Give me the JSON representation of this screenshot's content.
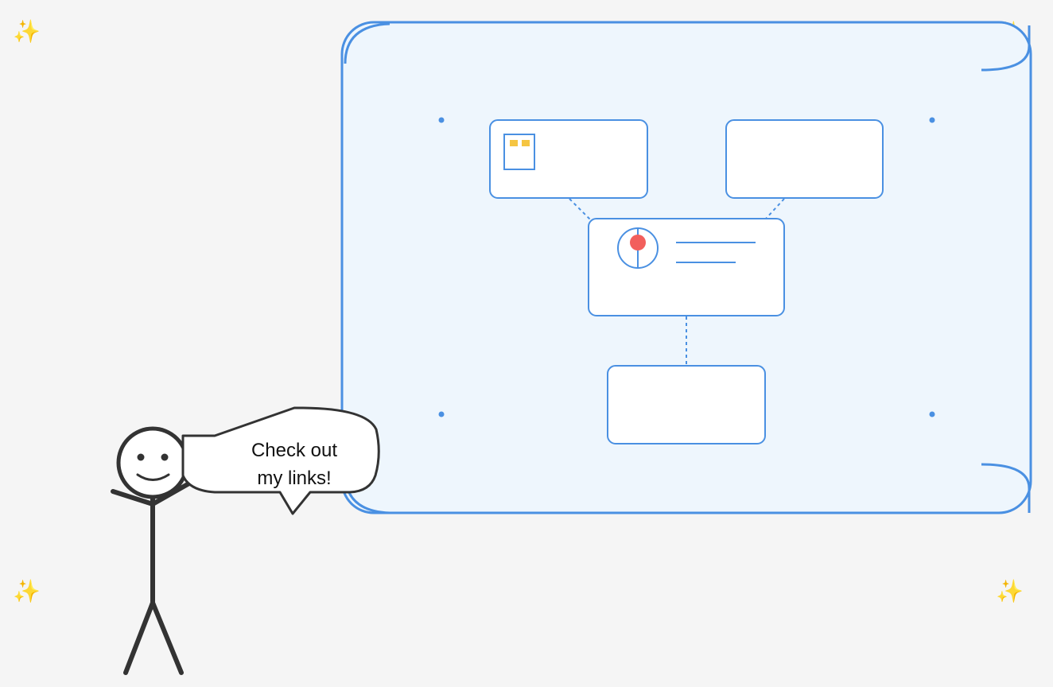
{
  "speech_bubble": {
    "line1": "Check out",
    "line2": "my links!"
  },
  "decorations": {
    "sparkle_glyph": "✨",
    "sparkle_icon": "sparkles-icon",
    "sparkle_color": "#f5c542"
  },
  "colors": {
    "background": "#f5f5f5",
    "frame_stroke": "#4a90e2",
    "frame_fill": "#eef6fd",
    "card_fill": "#ffffff",
    "stick_figure": "#333333",
    "status_dot": "#f25f5c",
    "window_dots": "#f5c542"
  },
  "diagram": {
    "cards": [
      {
        "id": "top-left-card",
        "icon": "window-icon"
      },
      {
        "id": "top-right-card",
        "icon": ""
      },
      {
        "id": "center-card",
        "icon": "target-icon"
      },
      {
        "id": "bottom-card",
        "icon": ""
      }
    ],
    "connectors": "dashed"
  }
}
